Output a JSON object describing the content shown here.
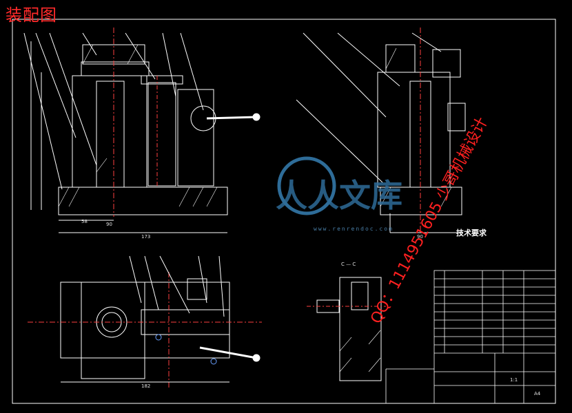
{
  "drawing": {
    "title": "装配图",
    "tech_title": "技术要求",
    "watermark_cn": "人人文库",
    "watermark_url": "www.renrendoc.com",
    "overlay_qq": "QQ：1114951605 少哥机械设计",
    "section_label": "C — C",
    "dims": {
      "d1": "173",
      "d2": "182",
      "d3": "90",
      "d4": "90",
      "d5": "58"
    },
    "scale": "1:1",
    "sheet": "A4"
  }
}
